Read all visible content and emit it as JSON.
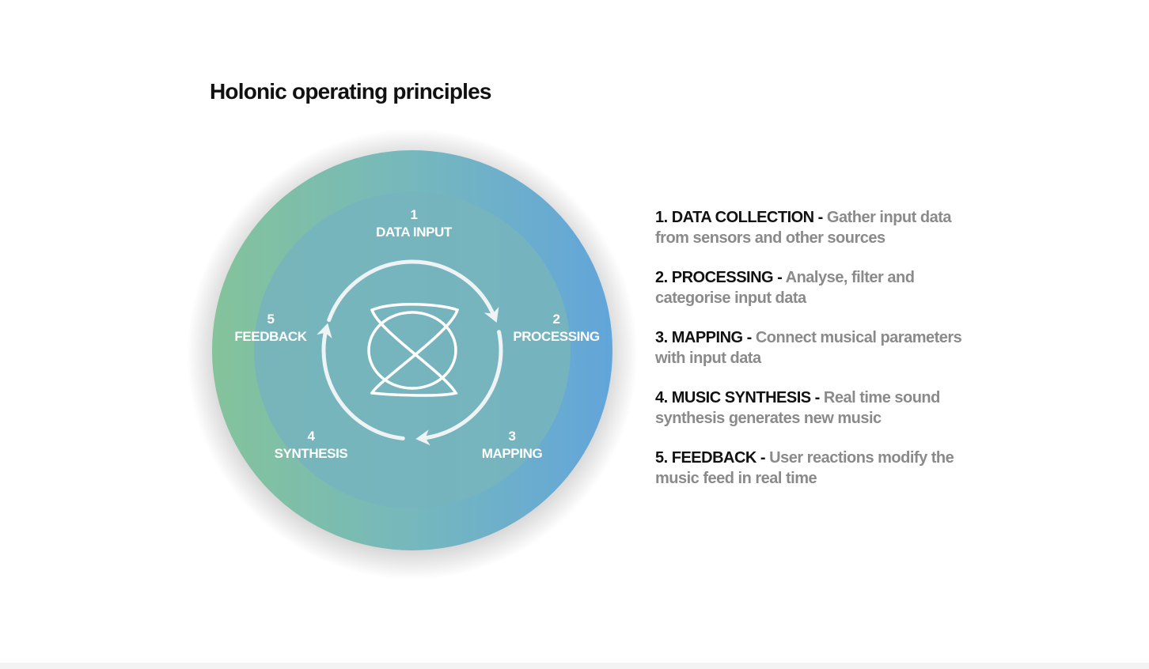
{
  "title": "Holonic operating principles",
  "colors": {
    "outer_left": "#84c39a",
    "outer_right": "#62a5da",
    "inner": "#76b4bd",
    "arrows": "#eef3f5"
  },
  "cycle": [
    {
      "num": "1",
      "label": "DATA INPUT"
    },
    {
      "num": "2",
      "label": "PROCESSING"
    },
    {
      "num": "3",
      "label": "MAPPING"
    },
    {
      "num": "4",
      "label": "SYNTHESIS"
    },
    {
      "num": "5",
      "label": "FEEDBACK"
    }
  ],
  "center_icon": "knot-icon",
  "steps": [
    {
      "heading": "1. DATA COLLECTION",
      "sep": " - ",
      "desc": "Gather input data from sensors and other sources"
    },
    {
      "heading": "2. PROCESSING",
      "sep": " - ",
      "desc": "Analyse, filter and categorise input data"
    },
    {
      "heading": "3. MAPPING",
      "sep": " - ",
      "desc": "Connect musical parameters with input data"
    },
    {
      "heading": "4. MUSIC SYNTHESIS",
      "sep": " - ",
      "desc": "Real time sound synthesis generates new music"
    },
    {
      "heading": "5. FEEDBACK",
      "sep": " - ",
      "desc": "User reactions modify the music feed in real time"
    }
  ]
}
